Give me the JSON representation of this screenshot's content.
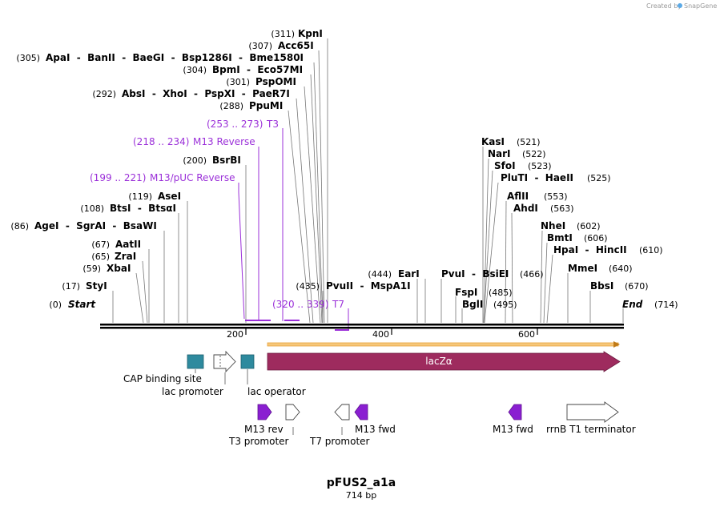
{
  "header": {
    "credit": "Created by",
    "brand": "SnapGene"
  },
  "plasmid": {
    "name": "pFUS2_a1a",
    "length_label": "714 bp",
    "length": 714
  },
  "ends": {
    "start": {
      "pos": "(0)",
      "label": "Start"
    },
    "end": {
      "label": "End",
      "pos": "(714)"
    }
  },
  "ticks": [
    "200",
    "400",
    "600"
  ],
  "sites": [
    {
      "pos": "(311)",
      "names": "KpnI"
    },
    {
      "pos": "(307)",
      "names": "Acc65I"
    },
    {
      "pos": "(305)",
      "names": "ApaI  -  BanII  -  BaeGI  -  Bsp1286I  -  Bme1580I"
    },
    {
      "pos": "(304)",
      "names": "BpmI  -  Eco57MI"
    },
    {
      "pos": "(301)",
      "names": "PspOMI"
    },
    {
      "pos": "(292)",
      "names": "AbsI  -  XhoI  -  PspXI  -  PaeR7I"
    },
    {
      "pos": "(288)",
      "names": "PpuMI"
    },
    {
      "pos": "(200)",
      "names": "BsrBI"
    },
    {
      "pos": "(119)",
      "names": "AseI"
    },
    {
      "pos": "(108)",
      "names": "BtsI  -  BtsαI"
    },
    {
      "pos": "(86)",
      "names": "AgeI  -  SgrAI  -  BsaWI"
    },
    {
      "pos": "(67)",
      "names": "AatII"
    },
    {
      "pos": "(65)",
      "names": "ZraI"
    },
    {
      "pos": "(59)",
      "names": "XbaI"
    },
    {
      "pos": "(17)",
      "names": "StyI"
    },
    {
      "pos": "(435)",
      "names": "PvuII  -  MspA1I"
    },
    {
      "pos": "(444)",
      "names": "EarI"
    },
    {
      "pos": "(466)",
      "names": "PvuI  -  BsiEI"
    },
    {
      "pos": "(485)",
      "names": "FspI"
    },
    {
      "pos": "(495)",
      "names": "BglI"
    },
    {
      "pos": "(521)",
      "names": "KasI"
    },
    {
      "pos": "(522)",
      "names": "NarI"
    },
    {
      "pos": "(523)",
      "names": "SfoI"
    },
    {
      "pos": "(525)",
      "names": "PluTI  -  HaeII"
    },
    {
      "pos": "(553)",
      "names": "AflII"
    },
    {
      "pos": "(563)",
      "names": "AhdI"
    },
    {
      "pos": "(602)",
      "names": "NheI"
    },
    {
      "pos": "(606)",
      "names": "BmtI"
    },
    {
      "pos": "(610)",
      "names": "HpaI  -  HincII"
    },
    {
      "pos": "(640)",
      "names": "MmeI"
    },
    {
      "pos": "(670)",
      "names": "BbsI"
    }
  ],
  "primers": [
    {
      "range": "(253 .. 273)",
      "name": "T3"
    },
    {
      "range": "(218 .. 234)",
      "name": "M13 Reverse"
    },
    {
      "range": "(199 .. 221)",
      "name": "M13/pUC Reverse"
    },
    {
      "range": "(320 .. 339)",
      "name": "T7"
    }
  ],
  "features": [
    {
      "name": "CAP binding site"
    },
    {
      "name": "lac promoter"
    },
    {
      "name": "lac operator"
    },
    {
      "name": "lacZα"
    },
    {
      "name": "M13 rev"
    },
    {
      "name": "T3 promoter"
    },
    {
      "name": "T7 promoter"
    },
    {
      "name": "M13 fwd"
    },
    {
      "name": "M13 fwd"
    },
    {
      "name": "rrnB T1 terminator"
    }
  ],
  "colors": {
    "primer": "#9b30d9",
    "lacZ": "#9e2b5e",
    "operator": "#2e8a9e",
    "m13": "#8a1fd1",
    "orf_line": "#e8a33a",
    "backbone": "#000000"
  }
}
